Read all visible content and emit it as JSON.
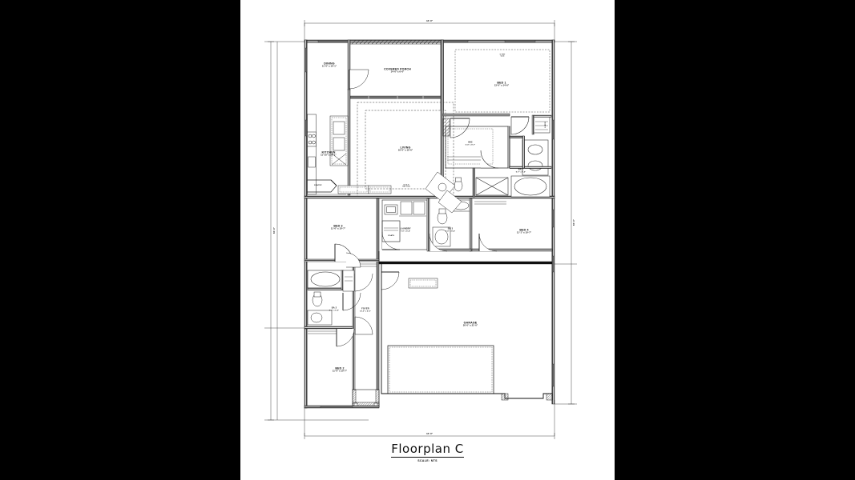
{
  "document": {
    "title": "Floorplan  C",
    "scale_note": "SCALE: NTS",
    "sheet_background": "#ffffff",
    "letterbox_color": "#000000",
    "line_color": "#111111"
  },
  "dimensions": {
    "overall_width_top": "44'-0\"",
    "overall_width_bottom": "44'-0\"",
    "overall_depth_left": "60'-0\"",
    "overall_depth_right": "60'-0\""
  },
  "rooms": [
    {
      "id": "dining",
      "name": "DINING",
      "size": "11'-0\" x 10'-1\""
    },
    {
      "id": "covered-porch",
      "name": "COVERED PORCH",
      "size": "14'-0\" x 6'-0\""
    },
    {
      "id": "bed-1",
      "name": "BED 1",
      "size": "13'-0\" x 14'-6\""
    },
    {
      "id": "living",
      "name": "LIVING",
      "size": "16'-0\" x 15'-6\""
    },
    {
      "id": "kitchen",
      "name": "KITCHEN",
      "size": "11'-10\" x 10'-1\""
    },
    {
      "id": "pantry",
      "name": "PANTRY",
      "size": ""
    },
    {
      "id": "wic",
      "name": "WIC",
      "size": "6'-0\" x 9'-7\""
    },
    {
      "id": "ba-1",
      "name": "BA 1",
      "size": "9'-7\" x 9'-0\""
    },
    {
      "id": "linen",
      "name": "LINEN",
      "size": ""
    },
    {
      "id": "bed-3",
      "name": "BED 3",
      "size": "11'-0\" x 10'-7\""
    },
    {
      "id": "laundry",
      "name": "LAUNDRY",
      "size": "7'-0\" x 6'-4\""
    },
    {
      "id": "coats",
      "name": "COATS",
      "size": ""
    },
    {
      "id": "ba-3",
      "name": "BA 3",
      "size": "5'-0\" x 8'-4\""
    },
    {
      "id": "bed-4",
      "name": "BED 4",
      "size": "11'-1\" x 10'-7\""
    },
    {
      "id": "ba-2",
      "name": "BA 2",
      "size": "8'-0\" x 5'-0\""
    },
    {
      "id": "foyer",
      "name": "FOYER",
      "size": "13'-0\" x 6'-0\""
    },
    {
      "id": "bed-2",
      "name": "BED 2",
      "size": "11'-0\" x 10'-7\""
    },
    {
      "id": "garage",
      "name": "GARAGE",
      "size": "20'-0\" x 21'-0\""
    }
  ],
  "ceiling_notes": [
    {
      "id": "bed-1-ceiling",
      "text_line1": "9' TRY",
      "text_line2": "CLG"
    },
    {
      "id": "living-ceiling",
      "text_line1": "9' CLG",
      "text_line2": "TRY CLG"
    }
  ]
}
